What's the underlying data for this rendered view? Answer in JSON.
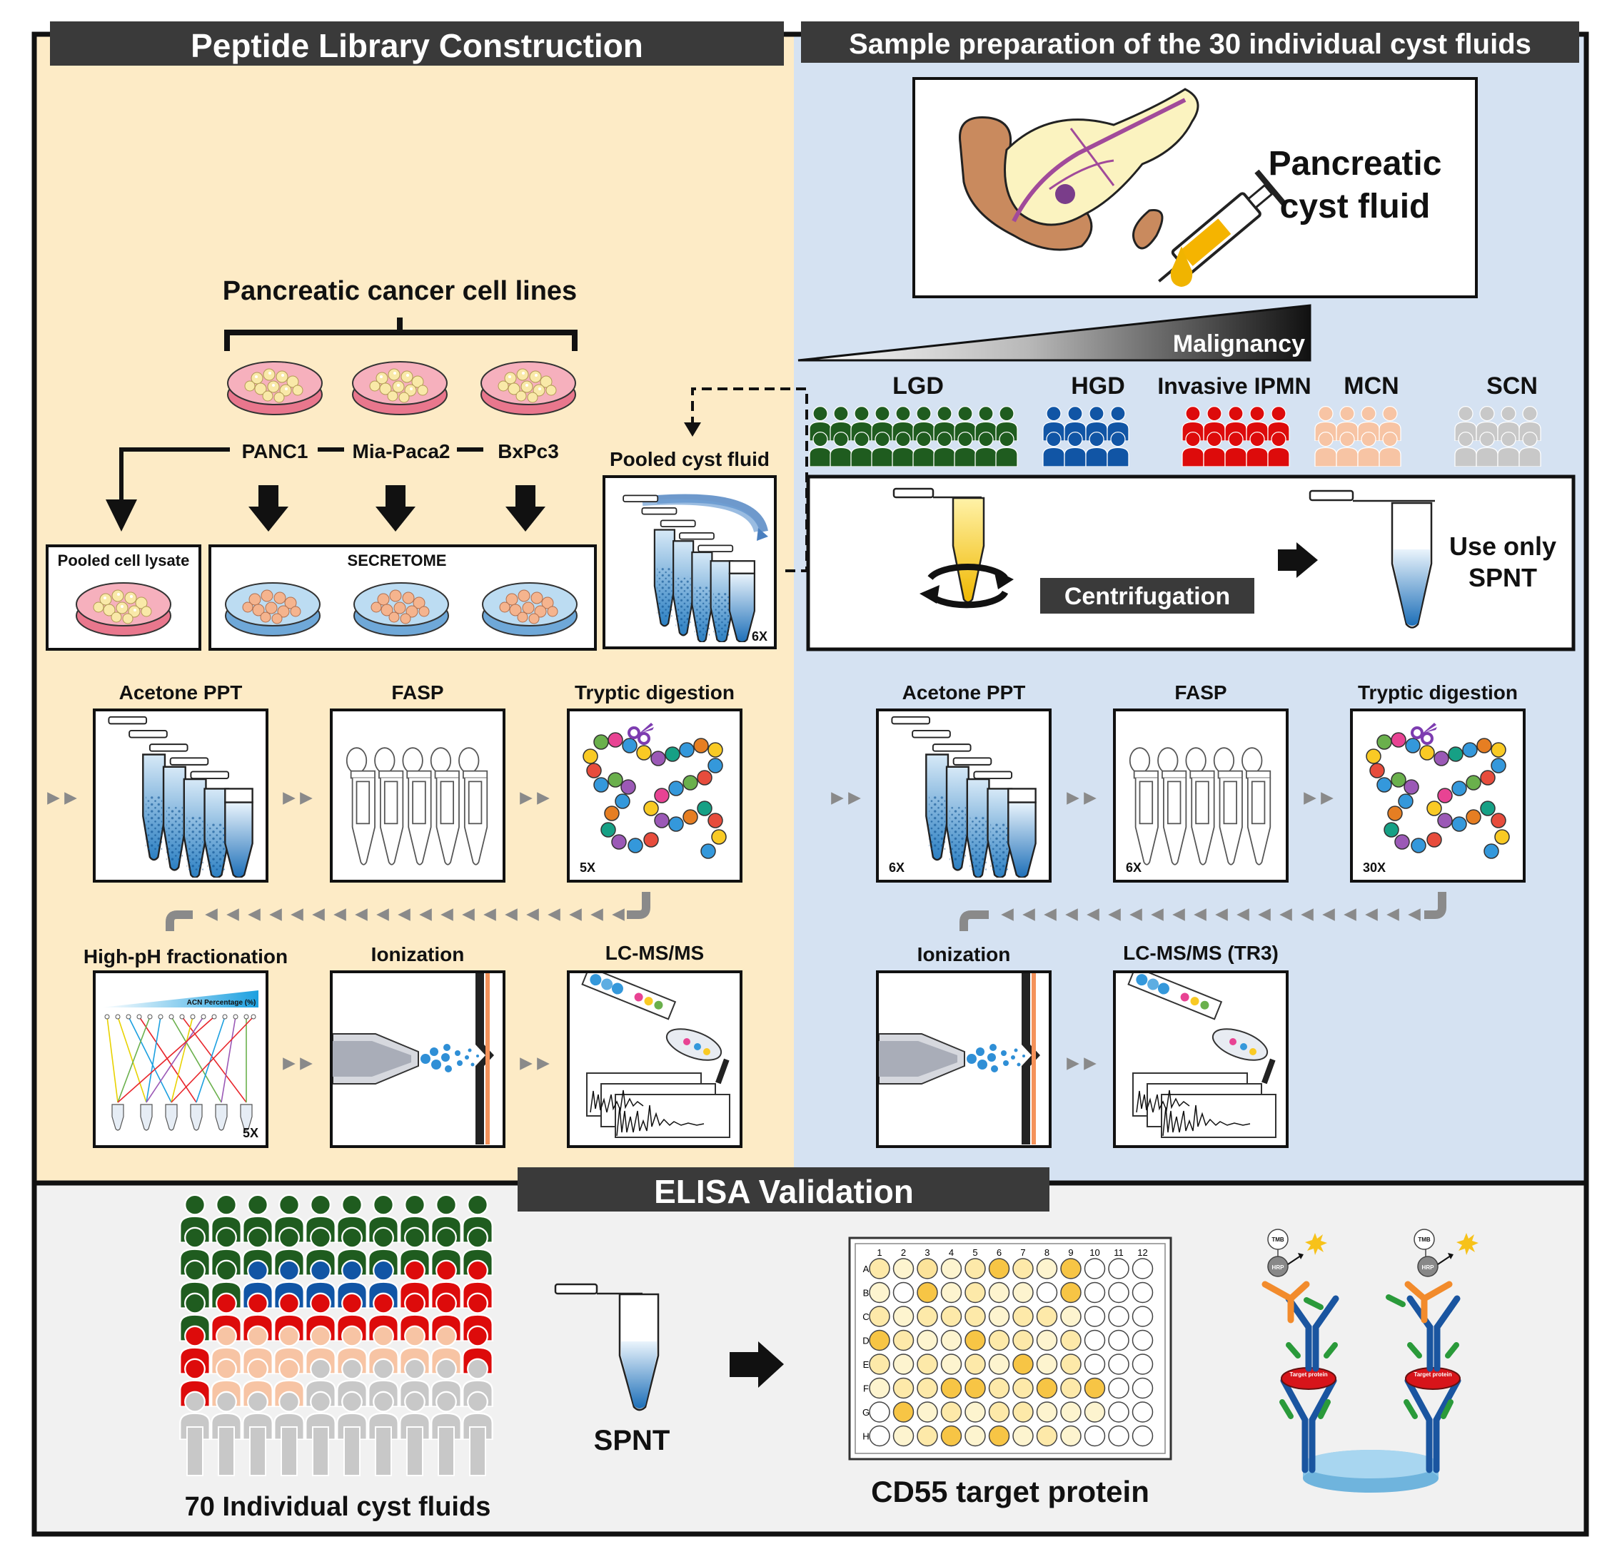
{
  "sections": {
    "library": "Peptide Library Construction",
    "sample_prep": "Sample preparation of the 30 individual cyst fluids",
    "elisa": "ELISA Validation"
  },
  "library": {
    "cell_lines_title": "Pancreatic cancer cell lines",
    "cell_lines": [
      "PANC1",
      "Mia-Paca2",
      "BxPc3"
    ],
    "pooled_lysate": "Pooled cell lysate",
    "secretome": "SECRETOME",
    "pooled_cyst_fluid": "Pooled cyst fluid",
    "pooled_mult": "6X",
    "steps": {
      "acetone": "Acetone PPT",
      "fasp": "FASP",
      "tryptic": "Tryptic digestion",
      "tryptic_mult": "5X",
      "highph": "High-pH fractionation",
      "highph_mult": "5X",
      "acn": "ACN Percentage (%)",
      "ionization": "Ionization",
      "lcms": "LC-MS/MS"
    }
  },
  "sample_prep": {
    "cyst_fluid_line1": "Pancreatic",
    "cyst_fluid_line2": "cyst fluid",
    "malignancy": "Malignancy",
    "groups": [
      {
        "label": "LGD",
        "color": "#1f5c1f"
      },
      {
        "label": "HGD",
        "color": "#1155a5"
      },
      {
        "label": "Invasive IPMN",
        "color": "#dd0b0b"
      },
      {
        "label": "MCN",
        "color": "#f7c4a4"
      },
      {
        "label": "SCN",
        "color": "#c8c8c8"
      }
    ],
    "centrifugation": "Centrifugation",
    "use_only_line1": "Use only",
    "use_only_line2": "SPNT",
    "steps": {
      "acetone": "Acetone PPT",
      "acetone_mult": "6X",
      "fasp": "FASP",
      "fasp_mult": "6X",
      "tryptic": "Tryptic digestion",
      "tryptic_mult": "30X",
      "ionization": "Ionization",
      "lcms": "LC-MS/MS (TR3)"
    }
  },
  "elisa": {
    "individuals": "70 Individual cyst fluids",
    "spnt": "SPNT",
    "target": "CD55 target protein",
    "plate_cols": [
      "1",
      "2",
      "3",
      "4",
      "5",
      "6",
      "7",
      "8",
      "9",
      "10",
      "11",
      "12"
    ],
    "plate_rows": [
      "A",
      "B",
      "C",
      "D",
      "E",
      "F",
      "G",
      "H"
    ],
    "tmb": "TMB",
    "hrp": "HRP",
    "target_protein": "Target protein"
  }
}
